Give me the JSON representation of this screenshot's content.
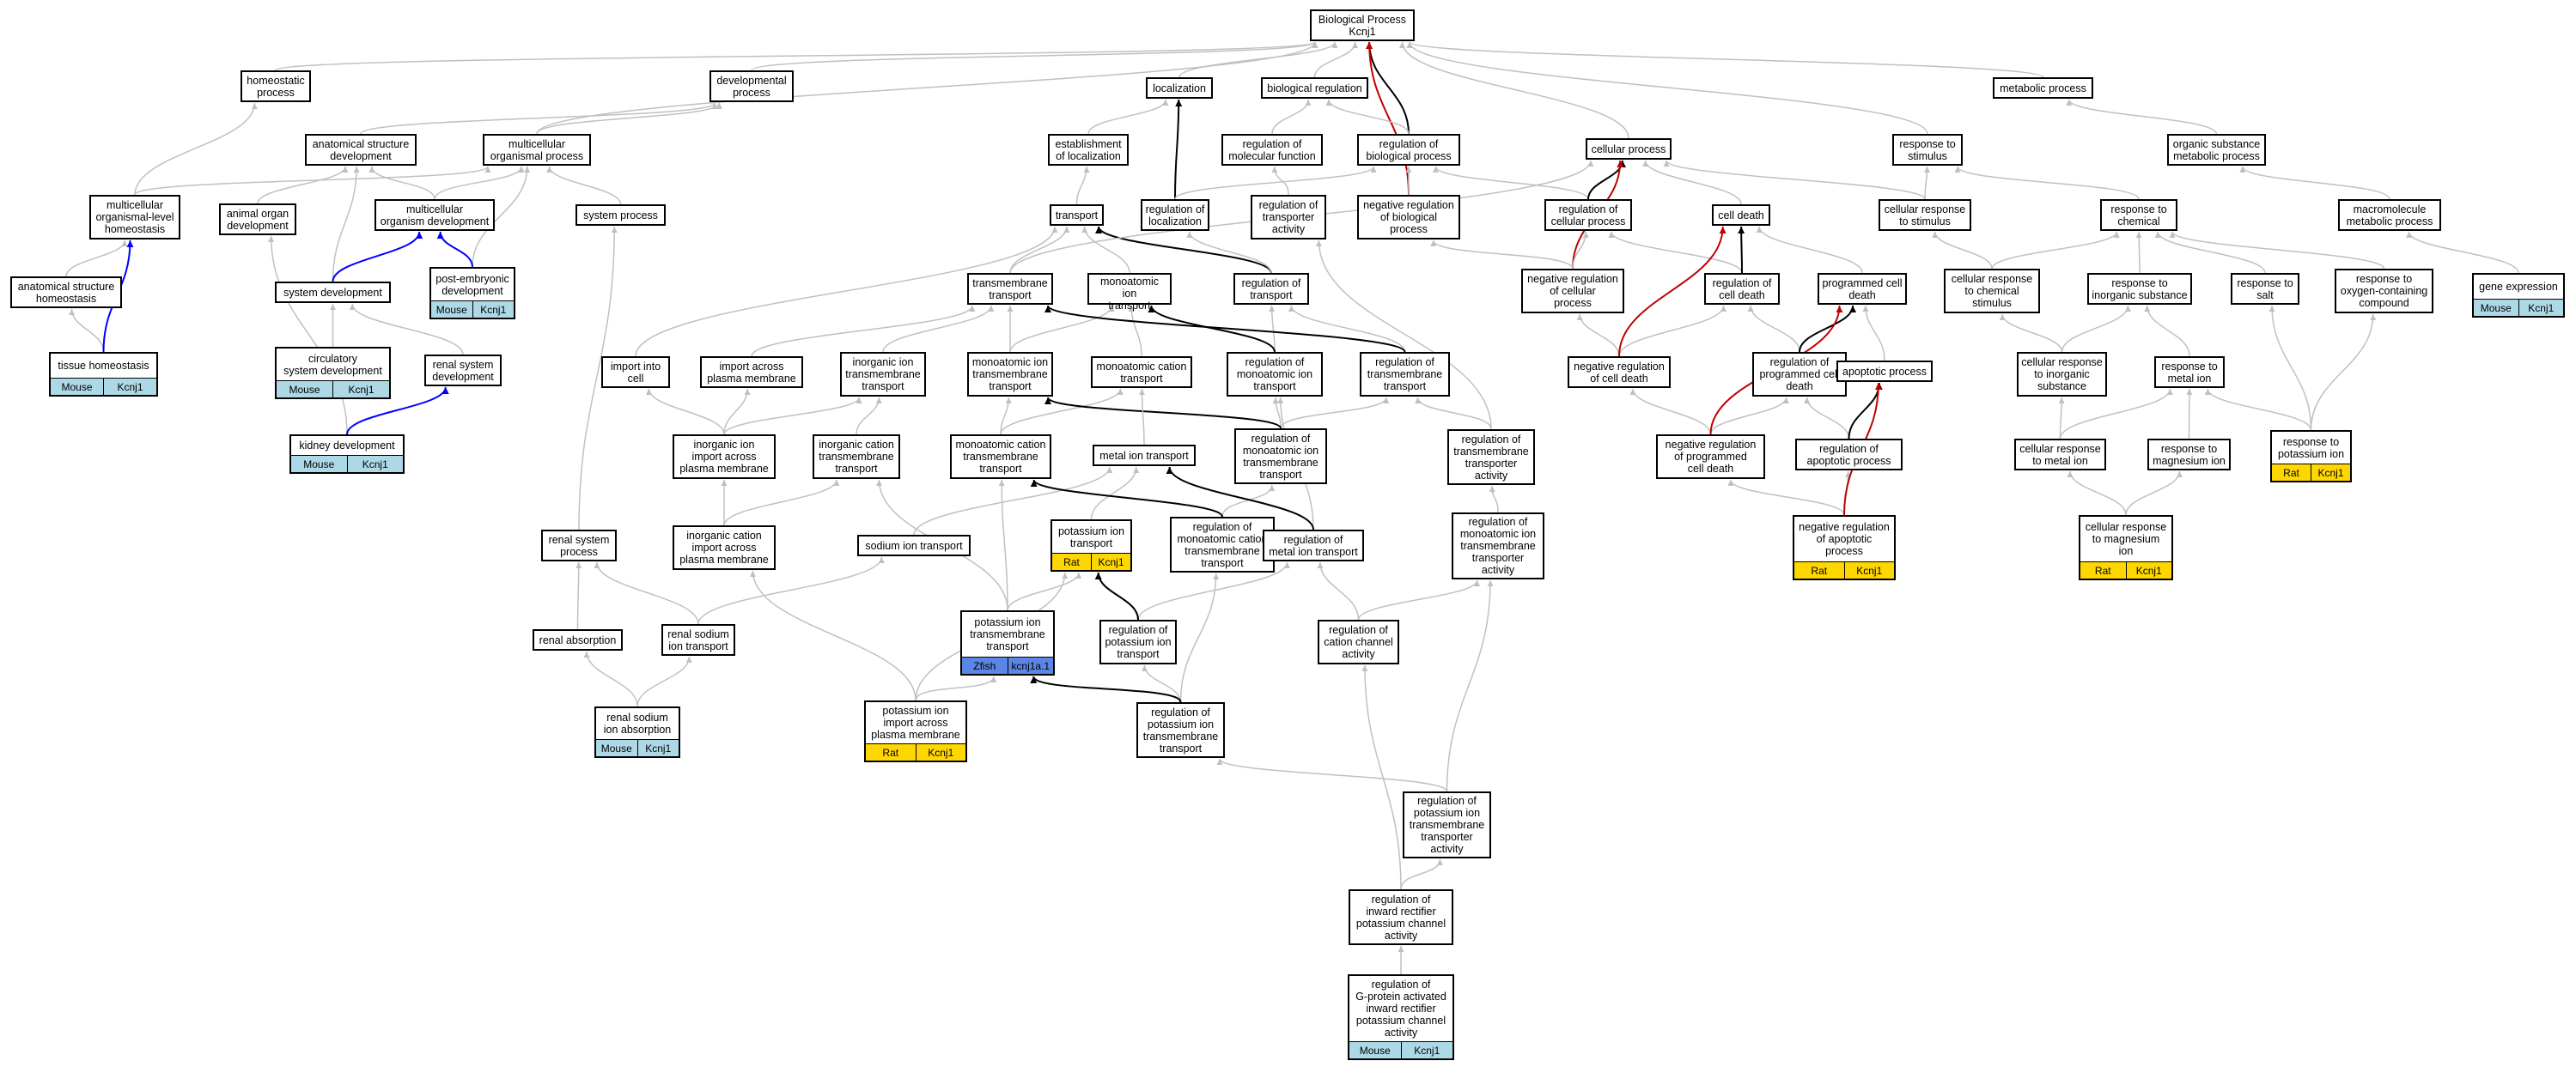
{
  "colors": {
    "grey_edge": "#c0c0c0",
    "black_edge": "#000000",
    "blue_edge": "#0000ff",
    "red_edge": "#c00000",
    "mouse": "#add8e6",
    "rat": "#ffd700",
    "zfish": "#5b86e5"
  },
  "nodes": [
    {
      "id": "bp",
      "label": "Biological Process\nKcnj1"
    },
    {
      "id": "homeo",
      "label": "homeostatic\nprocess"
    },
    {
      "id": "devp",
      "label": "developmental\nprocess"
    },
    {
      "id": "loc",
      "label": "localization"
    },
    {
      "id": "bioreg",
      "label": "biological regulation"
    },
    {
      "id": "metab",
      "label": "metabolic process"
    },
    {
      "id": "asd",
      "label": "anatomical structure\ndevelopment"
    },
    {
      "id": "mcop",
      "label": "multicellular\norganismal process"
    },
    {
      "id": "estloc",
      "label": "establishment\nof localization"
    },
    {
      "id": "regmf",
      "label": "regulation of\nmolecular function"
    },
    {
      "id": "regbp",
      "label": "regulation of\nbiological process"
    },
    {
      "id": "cellp",
      "label": "cellular process"
    },
    {
      "id": "resps",
      "label": "response to\nstimulus"
    },
    {
      "id": "osmp",
      "label": "organic substance\nmetabolic process"
    },
    {
      "id": "mlho",
      "label": "multicellular\norganismal-level\nhomeostasis"
    },
    {
      "id": "aod",
      "label": "animal organ\ndevelopment"
    },
    {
      "id": "mod",
      "label": "multicellular\norganism development"
    },
    {
      "id": "sysp",
      "label": "system process"
    },
    {
      "id": "transport",
      "label": "transport"
    },
    {
      "id": "regloc",
      "label": "regulation of\nlocalization"
    },
    {
      "id": "regta",
      "label": "regulation of\ntransporter\nactivity"
    },
    {
      "id": "negregbp",
      "label": "negative regulation\nof biological\nprocess"
    },
    {
      "id": "regcp",
      "label": "regulation of\ncellular process"
    },
    {
      "id": "celldeath",
      "label": "cell death"
    },
    {
      "id": "crs",
      "label": "cellular response\nto stimulus"
    },
    {
      "id": "resch",
      "label": "response to\nchemical"
    },
    {
      "id": "mmp",
      "label": "macromolecule\nmetabolic process"
    },
    {
      "id": "ash",
      "label": "anatomical structure\nhomeostasis"
    },
    {
      "id": "sysdev",
      "label": "system development"
    },
    {
      "id": "ped",
      "label": "post-embryonic\ndevelopment",
      "tag": {
        "cls": "mouse",
        "species": "Mouse",
        "gene": "Kcnj1"
      }
    },
    {
      "id": "tmt",
      "label": "transmembrane\ntransport"
    },
    {
      "id": "mit",
      "label": "monoatomic ion\ntransport"
    },
    {
      "id": "regtr",
      "label": "regulation of\ntransport"
    },
    {
      "id": "negregcp",
      "label": "negative regulation\nof cellular\nprocess"
    },
    {
      "id": "regcd",
      "label": "regulation of\ncell death"
    },
    {
      "id": "pcd",
      "label": "programmed cell\ndeath"
    },
    {
      "id": "crcs",
      "label": "cellular response\nto chemical\nstimulus"
    },
    {
      "id": "resinorg",
      "label": "response to\ninorganic substance"
    },
    {
      "id": "ressalt",
      "label": "response to\nsalt"
    },
    {
      "id": "resocc",
      "label": "response to\noxygen-containing\ncompound"
    },
    {
      "id": "geneexp",
      "label": "gene expression",
      "tag": {
        "cls": "mouse",
        "species": "Mouse",
        "gene": "Kcnj1"
      }
    },
    {
      "id": "tisshom",
      "label": "tissue homeostasis",
      "tag": {
        "cls": "mouse",
        "species": "Mouse",
        "gene": "Kcnj1"
      }
    },
    {
      "id": "circ",
      "label": "circulatory\nsystem development",
      "tag": {
        "cls": "mouse",
        "species": "Mouse",
        "gene": "Kcnj1"
      }
    },
    {
      "id": "renalsd",
      "label": "renal system\ndevelopment"
    },
    {
      "id": "importcell",
      "label": "import into\ncell"
    },
    {
      "id": "importpm",
      "label": "import across\nplasma membrane"
    },
    {
      "id": "iitt",
      "label": "inorganic ion\ntransmembrane\ntransport"
    },
    {
      "id": "mitt",
      "label": "monoatomic ion\ntransmembrane\ntransport"
    },
    {
      "id": "mct",
      "label": "monoatomic cation\ntransport"
    },
    {
      "id": "regmit",
      "label": "regulation of\nmonoatomic ion\ntransport"
    },
    {
      "id": "regtmt",
      "label": "regulation of\ntransmembrane\ntransport"
    },
    {
      "id": "negregcd",
      "label": "negative regulation\nof cell death"
    },
    {
      "id": "regpcd",
      "label": "regulation of\nprogrammed cell\ndeath"
    },
    {
      "id": "apop",
      "label": "apoptotic process"
    },
    {
      "id": "crinorg",
      "label": "cellular response\nto inorganic\nsubstance"
    },
    {
      "id": "resmetal",
      "label": "response to\nmetal ion"
    },
    {
      "id": "kidney",
      "label": "kidney development",
      "tag": {
        "cls": "mouse",
        "species": "Mouse",
        "gene": "Kcnj1"
      }
    },
    {
      "id": "iiipm",
      "label": "inorganic ion\nimport across\nplasma membrane"
    },
    {
      "id": "ictt",
      "label": "inorganic cation\ntransmembrane\ntransport"
    },
    {
      "id": "mctt",
      "label": "monoatomic cation\ntransmembrane\ntransport"
    },
    {
      "id": "regmitt",
      "label": "regulation of\nmonoatomic ion\ntransmembrane\ntransport"
    },
    {
      "id": "regtmta",
      "label": "regulation of\ntransmembrane\ntransporter\nactivity"
    },
    {
      "id": "negregpcd",
      "label": "negative regulation\nof programmed\ncell death"
    },
    {
      "id": "regapop",
      "label": "regulation of\napoptotic process"
    },
    {
      "id": "crmetal",
      "label": "cellular response\nto metal ion"
    },
    {
      "id": "resmg",
      "label": "response to\nmagnesium ion"
    },
    {
      "id": "respot",
      "label": "response to\npotassium ion",
      "tag": {
        "cls": "rat",
        "species": "Rat",
        "gene": "Kcnj1"
      }
    },
    {
      "id": "metalit",
      "label": "metal ion transport"
    },
    {
      "id": "renalsp",
      "label": "renal system\nprocess"
    },
    {
      "id": "iciipm",
      "label": "inorganic cation\nimport across\nplasma membrane"
    },
    {
      "id": "sodium",
      "label": "sodium ion transport"
    },
    {
      "id": "kit",
      "label": "potassium ion\ntransport",
      "tag": {
        "cls": "rat",
        "species": "Rat",
        "gene": "Kcnj1"
      }
    },
    {
      "id": "regmctt",
      "label": "regulation of\nmonoatomic cation\ntransmembrane\ntransport"
    },
    {
      "id": "regmetal",
      "label": "regulation of\nmetal ion transport"
    },
    {
      "id": "regmita",
      "label": "regulation of\nmonoatomic ion\ntransmembrane\ntransporter\nactivity"
    },
    {
      "id": "negregapop",
      "label": "negative regulation\nof apoptotic\nprocess",
      "tag": {
        "cls": "rat",
        "species": "Rat",
        "gene": "Kcnj1"
      }
    },
    {
      "id": "crmg",
      "label": "cellular response\nto magnesium\nion",
      "tag": {
        "cls": "rat",
        "species": "Rat",
        "gene": "Kcnj1"
      }
    },
    {
      "id": "renalabs",
      "label": "renal absorption"
    },
    {
      "id": "renalsit",
      "label": "renal sodium\nion transport"
    },
    {
      "id": "kitt",
      "label": "potassium ion\ntransmembrane\ntransport",
      "tag": {
        "cls": "zfish",
        "species": "Zfish",
        "gene": "kcnj1a.1"
      }
    },
    {
      "id": "regkit",
      "label": "regulation of\npotassium ion\ntransport"
    },
    {
      "id": "regcca",
      "label": "regulation of\ncation channel\nactivity"
    },
    {
      "id": "renalsia",
      "label": "renal sodium\nion absorption",
      "tag": {
        "cls": "mouse",
        "species": "Mouse",
        "gene": "Kcnj1"
      }
    },
    {
      "id": "kiipm",
      "label": "potassium ion\nimport across\nplasma membrane",
      "tag": {
        "cls": "rat",
        "species": "Rat",
        "gene": "Kcnj1"
      }
    },
    {
      "id": "regkitt",
      "label": "regulation of\npotassium ion\ntransmembrane\ntransport"
    },
    {
      "id": "regkitta",
      "label": "regulation of\npotassium ion\ntransmembrane\ntransporter\nactivity"
    },
    {
      "id": "regirkca",
      "label": "regulation of\ninward rectifier\npotassium channel\nactivity"
    },
    {
      "id": "reggirk",
      "label": "regulation of\nG-protein activated\ninward rectifier\npotassium channel\nactivity",
      "tag": {
        "cls": "mouse",
        "species": "Mouse",
        "gene": "Kcnj1"
      }
    }
  ],
  "edges": [
    [
      "homeo",
      "bp",
      "g"
    ],
    [
      "devp",
      "bp",
      "g"
    ],
    [
      "loc",
      "bp",
      "g"
    ],
    [
      "bioreg",
      "bp",
      "g"
    ],
    [
      "cellp",
      "bp",
      "g"
    ],
    [
      "resps",
      "bp",
      "g"
    ],
    [
      "metab",
      "bp",
      "g"
    ],
    [
      "regbp",
      "bp",
      "k"
    ],
    [
      "negregbp",
      "bp",
      "r"
    ],
    [
      "mcop",
      "bp",
      "g"
    ],
    [
      "osmp",
      "metab",
      "g"
    ],
    [
      "asd",
      "devp",
      "g"
    ],
    [
      "mcop",
      "devp",
      "g"
    ],
    [
      "regbp",
      "bioreg",
      "g"
    ],
    [
      "regmf",
      "bioreg",
      "g"
    ],
    [
      "estloc",
      "loc",
      "g"
    ],
    [
      "regloc",
      "loc",
      "k"
    ],
    [
      "mlho",
      "homeo",
      "g"
    ],
    [
      "mlho",
      "mcop",
      "g"
    ],
    [
      "aod",
      "asd",
      "g"
    ],
    [
      "mod",
      "asd",
      "g"
    ],
    [
      "mod",
      "mcop",
      "g"
    ],
    [
      "sysp",
      "mcop",
      "g"
    ],
    [
      "ped",
      "mcop",
      "g"
    ],
    [
      "ped",
      "mod",
      "b"
    ],
    [
      "transport",
      "estloc",
      "g"
    ],
    [
      "regloc",
      "regbp",
      "g"
    ],
    [
      "regta",
      "regmf",
      "g"
    ],
    [
      "negregbp",
      "regbp",
      "g"
    ],
    [
      "regcp",
      "regbp",
      "g"
    ],
    [
      "regcp",
      "cellp",
      "k"
    ],
    [
      "negregcp",
      "cellp",
      "r"
    ],
    [
      "celldeath",
      "cellp",
      "g"
    ],
    [
      "crs",
      "cellp",
      "g"
    ],
    [
      "crs",
      "resps",
      "g"
    ],
    [
      "resch",
      "resps",
      "g"
    ],
    [
      "mmp",
      "osmp",
      "g"
    ],
    [
      "ash",
      "mlho",
      "g"
    ],
    [
      "tisshom",
      "ash",
      "g"
    ],
    [
      "tisshom",
      "mlho",
      "b"
    ],
    [
      "sysdev",
      "asd",
      "g"
    ],
    [
      "sysdev",
      "mod",
      "b"
    ],
    [
      "circ",
      "sysdev",
      "g"
    ],
    [
      "renalsd",
      "sysdev",
      "g"
    ],
    [
      "kidney",
      "aod",
      "g"
    ],
    [
      "kidney",
      "renalsd",
      "b"
    ],
    [
      "tmt",
      "transport",
      "g"
    ],
    [
      "mit",
      "transport",
      "g"
    ],
    [
      "regtr",
      "transport",
      "k"
    ],
    [
      "regtr",
      "regloc",
      "g"
    ],
    [
      "tmt",
      "cellp",
      "g"
    ],
    [
      "negregcp",
      "negregbp",
      "g"
    ],
    [
      "negregcp",
      "regcp",
      "g"
    ],
    [
      "regcd",
      "regcp",
      "g"
    ],
    [
      "regcd",
      "celldeath",
      "k"
    ],
    [
      "pcd",
      "celldeath",
      "g"
    ],
    [
      "crcs",
      "crs",
      "g"
    ],
    [
      "crcs",
      "resch",
      "g"
    ],
    [
      "resinorg",
      "resch",
      "g"
    ],
    [
      "ressalt",
      "resch",
      "g"
    ],
    [
      "resocc",
      "resch",
      "g"
    ],
    [
      "geneexp",
      "mmp",
      "g"
    ],
    [
      "importcell",
      "transport",
      "g"
    ],
    [
      "importpm",
      "tmt",
      "g"
    ],
    [
      "iitt",
      "tmt",
      "g"
    ],
    [
      "mitt",
      "tmt",
      "g"
    ],
    [
      "mitt",
      "mit",
      "g"
    ],
    [
      "mct",
      "mit",
      "g"
    ],
    [
      "regmit",
      "regtr",
      "g"
    ],
    [
      "regmit",
      "mit",
      "k"
    ],
    [
      "regtmt",
      "regtr",
      "g"
    ],
    [
      "regtmt",
      "tmt",
      "k"
    ],
    [
      "negregcd",
      "negregcp",
      "g"
    ],
    [
      "negregcd",
      "regcd",
      "g"
    ],
    [
      "negregcd",
      "celldeath",
      "r"
    ],
    [
      "regpcd",
      "regcd",
      "g"
    ],
    [
      "regpcd",
      "pcd",
      "k"
    ],
    [
      "apop",
      "pcd",
      "g"
    ],
    [
      "crinorg",
      "crcs",
      "g"
    ],
    [
      "crinorg",
      "resinorg",
      "g"
    ],
    [
      "resmetal",
      "resinorg",
      "g"
    ],
    [
      "iiipm",
      "importcell",
      "g"
    ],
    [
      "iiipm",
      "importpm",
      "g"
    ],
    [
      "iiipm",
      "iitt",
      "g"
    ],
    [
      "ictt",
      "iitt",
      "g"
    ],
    [
      "mctt",
      "mitt",
      "g"
    ],
    [
      "mctt",
      "mct",
      "g"
    ],
    [
      "regmitt",
      "regmit",
      "g"
    ],
    [
      "regmitt",
      "regtmt",
      "g"
    ],
    [
      "regmitt",
      "mitt",
      "k"
    ],
    [
      "regtmta",
      "regta",
      "g"
    ],
    [
      "regtmta",
      "regtmt",
      "g"
    ],
    [
      "negregpcd",
      "negregcd",
      "g"
    ],
    [
      "negregpcd",
      "regpcd",
      "g"
    ],
    [
      "negregpcd",
      "pcd",
      "r"
    ],
    [
      "regapop",
      "regpcd",
      "g"
    ],
    [
      "regapop",
      "apop",
      "k"
    ],
    [
      "negregapop",
      "negregpcd",
      "g"
    ],
    [
      "negregapop",
      "regapop",
      "g"
    ],
    [
      "negregapop",
      "apop",
      "r"
    ],
    [
      "crmetal",
      "crinorg",
      "g"
    ],
    [
      "crmetal",
      "resmetal",
      "g"
    ],
    [
      "resmg",
      "resmetal",
      "g"
    ],
    [
      "crmg",
      "crmetal",
      "g"
    ],
    [
      "crmg",
      "resmg",
      "g"
    ],
    [
      "respot",
      "resmetal",
      "g"
    ],
    [
      "respot",
      "ressalt",
      "g"
    ],
    [
      "respot",
      "resocc",
      "g"
    ],
    [
      "metalit",
      "mct",
      "g"
    ],
    [
      "iciipm",
      "iiipm",
      "g"
    ],
    [
      "iciipm",
      "ictt",
      "g"
    ],
    [
      "sodium",
      "metalit",
      "g"
    ],
    [
      "kit",
      "metalit",
      "g"
    ],
    [
      "regmctt",
      "regmitt",
      "g"
    ],
    [
      "regmctt",
      "mctt",
      "k"
    ],
    [
      "regmetal",
      "regmit",
      "g"
    ],
    [
      "regmetal",
      "metalit",
      "k"
    ],
    [
      "regmita",
      "regtmta",
      "g"
    ],
    [
      "renalsp",
      "sysp",
      "g"
    ],
    [
      "renalabs",
      "renalsp",
      "g"
    ],
    [
      "renalsit",
      "renalsp",
      "g"
    ],
    [
      "renalsit",
      "sodium",
      "g"
    ],
    [
      "kitt",
      "mctt",
      "g"
    ],
    [
      "kitt",
      "kit",
      "g"
    ],
    [
      "kitt",
      "ictt",
      "g"
    ],
    [
      "regkit",
      "regmetal",
      "g"
    ],
    [
      "regkit",
      "kit",
      "k"
    ],
    [
      "regcca",
      "regmita",
      "g"
    ],
    [
      "regcca",
      "regmetal",
      "g"
    ],
    [
      "renalsia",
      "renalabs",
      "g"
    ],
    [
      "renalsia",
      "renalsit",
      "g"
    ],
    [
      "kiipm",
      "iciipm",
      "g"
    ],
    [
      "kiipm",
      "kitt",
      "g"
    ],
    [
      "kiipm",
      "kit",
      "g"
    ],
    [
      "regkitt",
      "regkit",
      "g"
    ],
    [
      "regkitt",
      "regmctt",
      "g"
    ],
    [
      "regkitt",
      "kitt",
      "k"
    ],
    [
      "regkitta",
      "regkitt",
      "g"
    ],
    [
      "regkitta",
      "regmita",
      "g"
    ],
    [
      "regirkca",
      "regkitta",
      "g"
    ],
    [
      "regirkca",
      "regcca",
      "g"
    ],
    [
      "reggirk",
      "regirkca",
      "g"
    ]
  ]
}
